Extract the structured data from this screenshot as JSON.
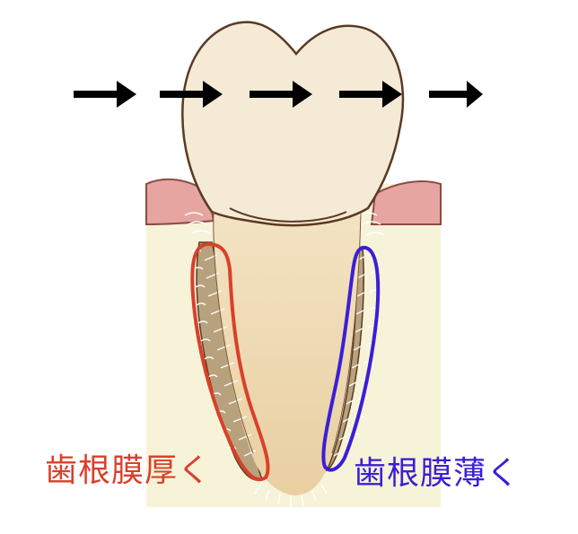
{
  "labels": {
    "thick": {
      "text": "歯根膜厚く",
      "color": "#d9402a"
    },
    "thin": {
      "text": "歯根膜薄く",
      "color": "#3b1fd6"
    }
  },
  "colors": {
    "bone": "#f7f3d9",
    "gum": "#e6a5a0",
    "enamel": "#f5ead6",
    "root": "#efd9b3",
    "outline": "#5a3a22",
    "arrow": "#000000",
    "thick_outline": "#d9402a",
    "thin_outline": "#3b1fd6"
  },
  "arrows": {
    "count": 5,
    "direction": "right"
  }
}
